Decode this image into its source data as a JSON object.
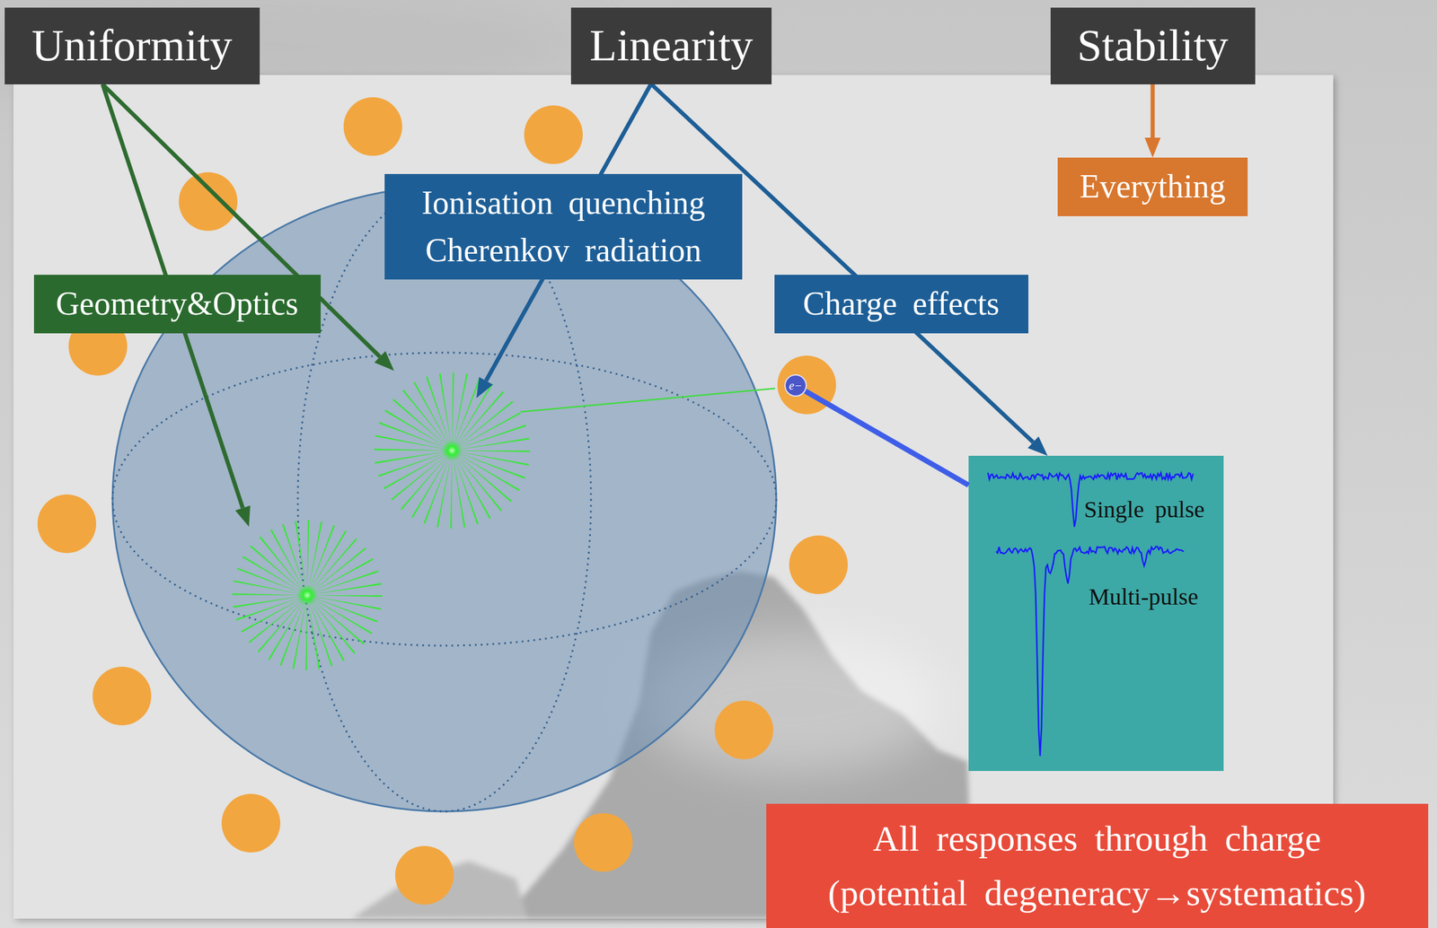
{
  "diagram": {
    "nodes": [
      {
        "text": [
          "Uniformity"
        ]
      },
      {
        "text": [
          "Linearity"
        ]
      },
      {
        "text": [
          "Stability"
        ]
      },
      {
        "text": [
          "Everything"
        ]
      },
      {
        "text": [
          "Ionisation quenching",
          "Cherenkov radiation"
        ]
      },
      {
        "text": [
          "Geometry&Optics"
        ]
      },
      {
        "text": [
          "Charge effects"
        ]
      },
      {
        "text": [
          "e−"
        ]
      },
      {
        "text": [
          "Single pulse",
          "Multi-pulse"
        ]
      },
      {
        "text": [
          "All responses through charge (potential degeneracy→systematics)"
        ]
      }
    ],
    "edges": [
      {
        "from": 2,
        "to": 3,
        "arrow": "to"
      },
      {
        "from": 1,
        "to": 8,
        "arrow": "to"
      },
      {
        "from": 7,
        "to": 8,
        "arrow": "none"
      }
    ]
  }
}
